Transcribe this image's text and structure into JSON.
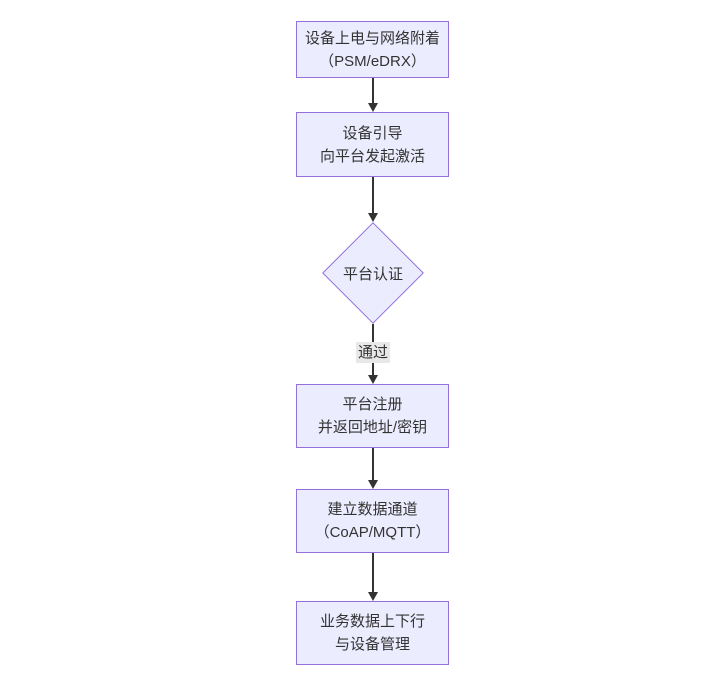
{
  "diagram": {
    "type": "flowchart",
    "direction": "top-down",
    "nodes": [
      {
        "id": "power-attach",
        "shape": "rect",
        "lines": [
          "设备上电与网络附着",
          "（PSM/eDRX）"
        ]
      },
      {
        "id": "bootstrap",
        "shape": "rect",
        "lines": [
          "设备引导",
          "向平台发起激活"
        ]
      },
      {
        "id": "platform-auth",
        "shape": "diamond",
        "lines": [
          "平台认证"
        ]
      },
      {
        "id": "register",
        "shape": "rect",
        "lines": [
          "平台注册",
          "并返回地址/密钥"
        ]
      },
      {
        "id": "data-channel",
        "shape": "rect",
        "lines": [
          "建立数据通道",
          "（CoAP/MQTT）"
        ]
      },
      {
        "id": "business",
        "shape": "rect",
        "lines": [
          "业务数据上下行",
          "与设备管理"
        ]
      }
    ],
    "edges": [
      {
        "from": "power-attach",
        "to": "bootstrap",
        "label": ""
      },
      {
        "from": "bootstrap",
        "to": "platform-auth",
        "label": ""
      },
      {
        "from": "platform-auth",
        "to": "register",
        "label": "通过"
      },
      {
        "from": "register",
        "to": "data-channel",
        "label": ""
      },
      {
        "from": "data-channel",
        "to": "business",
        "label": ""
      }
    ],
    "colors": {
      "node_fill": "#ECECFF",
      "node_border": "#9370DB",
      "edge": "#333333",
      "edge_label_bg": "#e8e8e8",
      "text": "#333333",
      "background": "#ffffff"
    }
  }
}
